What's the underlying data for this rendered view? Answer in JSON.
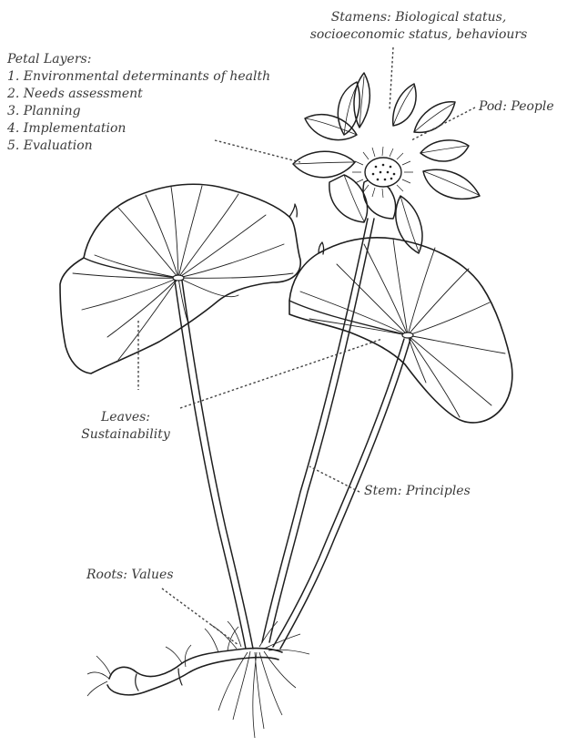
{
  "labels": {
    "stamens": [
      "Stamens: Biological status,",
      "socioeconomic status, behaviours"
    ],
    "pod": "Pod: People",
    "petal_layers": {
      "heading": "Petal Layers:",
      "items": [
        "1. Environmental determinants of health",
        "2. Needs assessment",
        "3. Planning",
        "4. Implementation",
        "5. Evaluation"
      ]
    },
    "leaves": [
      "Leaves:",
      "Sustainability"
    ],
    "stem": "Stem: Principles",
    "roots": "Roots: Values"
  },
  "colors": {
    "ink": "#1e1e1e",
    "label_text": "#3a3a3a",
    "background": "#ffffff"
  }
}
